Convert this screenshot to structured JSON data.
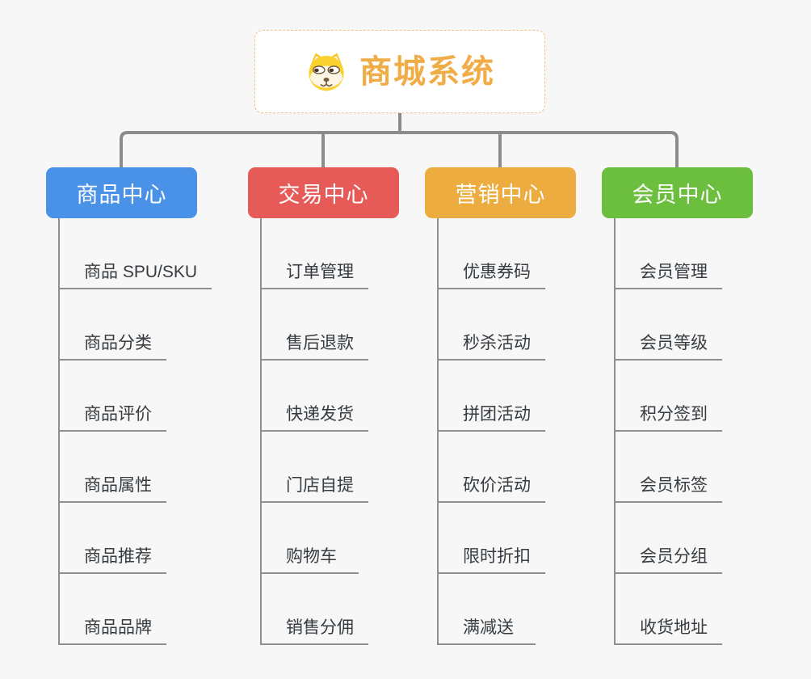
{
  "root": {
    "title": "商城系统",
    "icon": "shiba-dog-icon"
  },
  "branches": [
    {
      "label": "商品中心",
      "color": "#4a91e8",
      "children": [
        "商品 SPU/SKU",
        "商品分类",
        "商品评价",
        "商品属性",
        "商品推荐",
        "商品品牌"
      ]
    },
    {
      "label": "交易中心",
      "color": "#e65b58",
      "children": [
        "订单管理",
        "售后退款",
        "快递发货",
        "门店自提",
        "购物车",
        "销售分佣"
      ]
    },
    {
      "label": "营销中心",
      "color": "#edac3f",
      "children": [
        "优惠券码",
        "秒杀活动",
        "拼团活动",
        "砍价活动",
        "限时折扣",
        "满减送"
      ]
    },
    {
      "label": "会员中心",
      "color": "#6cbe3f",
      "children": [
        "会员管理",
        "会员等级",
        "积分签到",
        "会员标签",
        "会员分组",
        "收货地址"
      ]
    }
  ],
  "colors": {
    "background": "#f7f7f7",
    "connector_gray": "#8c8c8c",
    "underline_gray": "#8f8f8f",
    "root_border_orange": "#f2c488",
    "root_title_orange": "#f0ac47",
    "child_text": "#363b40"
  }
}
